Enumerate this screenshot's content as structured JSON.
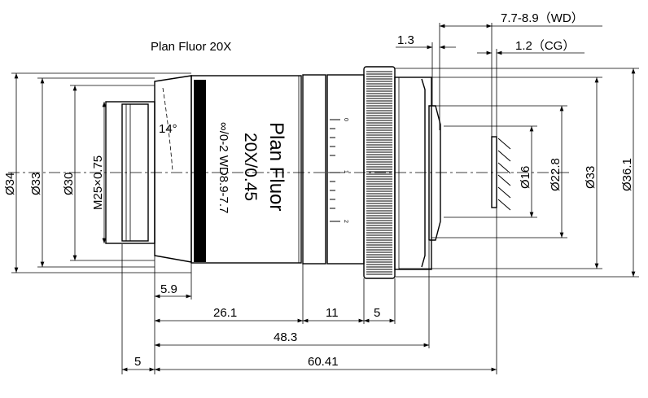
{
  "title": "Plan Fluor  20X",
  "barrel_text": {
    "line1": "Plan Fluor",
    "line2": "20X/0.45",
    "line3": "∞/0-2 WD8.9-7.7"
  },
  "scale_labels": [
    "0",
    "1",
    "2"
  ],
  "angle_label": "14°",
  "left_dimensions": {
    "d34": "Ø34",
    "d33": "Ø33",
    "d30": "Ø30",
    "thread": "M25×0.75"
  },
  "right_dimensions": {
    "d16": "Ø16",
    "d22_8": "Ø22.8",
    "d33": "Ø33",
    "d36_1": "Ø36.1"
  },
  "top_dimensions": {
    "wd": "7.7-8.9（WD）",
    "d1_3": "1.3",
    "cg": "1.2（CG）"
  },
  "bottom_dimensions": {
    "d5_9": "5.9",
    "d26_1": "26.1",
    "d11": "11",
    "d5_right": "5",
    "d48_3": "48.3",
    "d5_left": "5",
    "d60_41": "60.41"
  }
}
